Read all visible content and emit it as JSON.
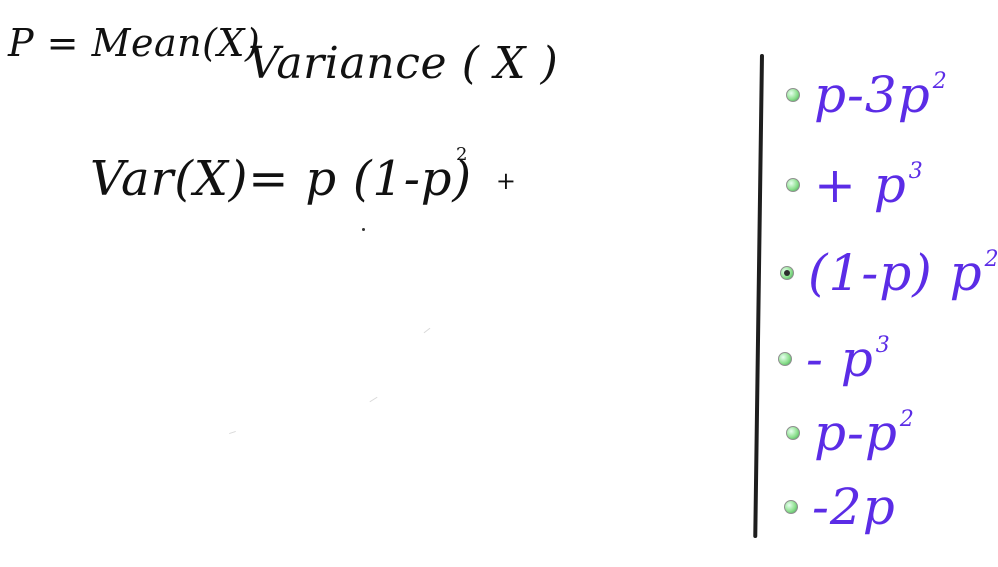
{
  "header": {
    "mean_note": "P = Mean(X)",
    "variance_note": "Variance ( X )"
  },
  "equation": {
    "main": "Var(X)= p (1-p)",
    "superscript": "2",
    "tail": "+"
  },
  "choices": [
    {
      "label": "p-3p",
      "superscript": "2",
      "selected": false,
      "icon": "radio-button-icon"
    },
    {
      "label": "+ p",
      "superscript": "3",
      "selected": false,
      "icon": "radio-button-icon"
    },
    {
      "label": "(1-p) p",
      "superscript": "2",
      "selected": true,
      "icon": "radio-button-icon"
    },
    {
      "label": "- p",
      "superscript": "3",
      "selected": false,
      "icon": "radio-button-icon"
    },
    {
      "label": "p-p",
      "superscript": "2",
      "selected": false,
      "icon": "radio-button-icon"
    },
    {
      "label": "-2p",
      "superscript": "",
      "selected": false,
      "icon": "radio-button-icon"
    }
  ],
  "colors": {
    "ink": "#111111",
    "answer_ink": "#5b2ce6",
    "radio_fill": "#7ed957",
    "divider": "#1e1e1e"
  }
}
